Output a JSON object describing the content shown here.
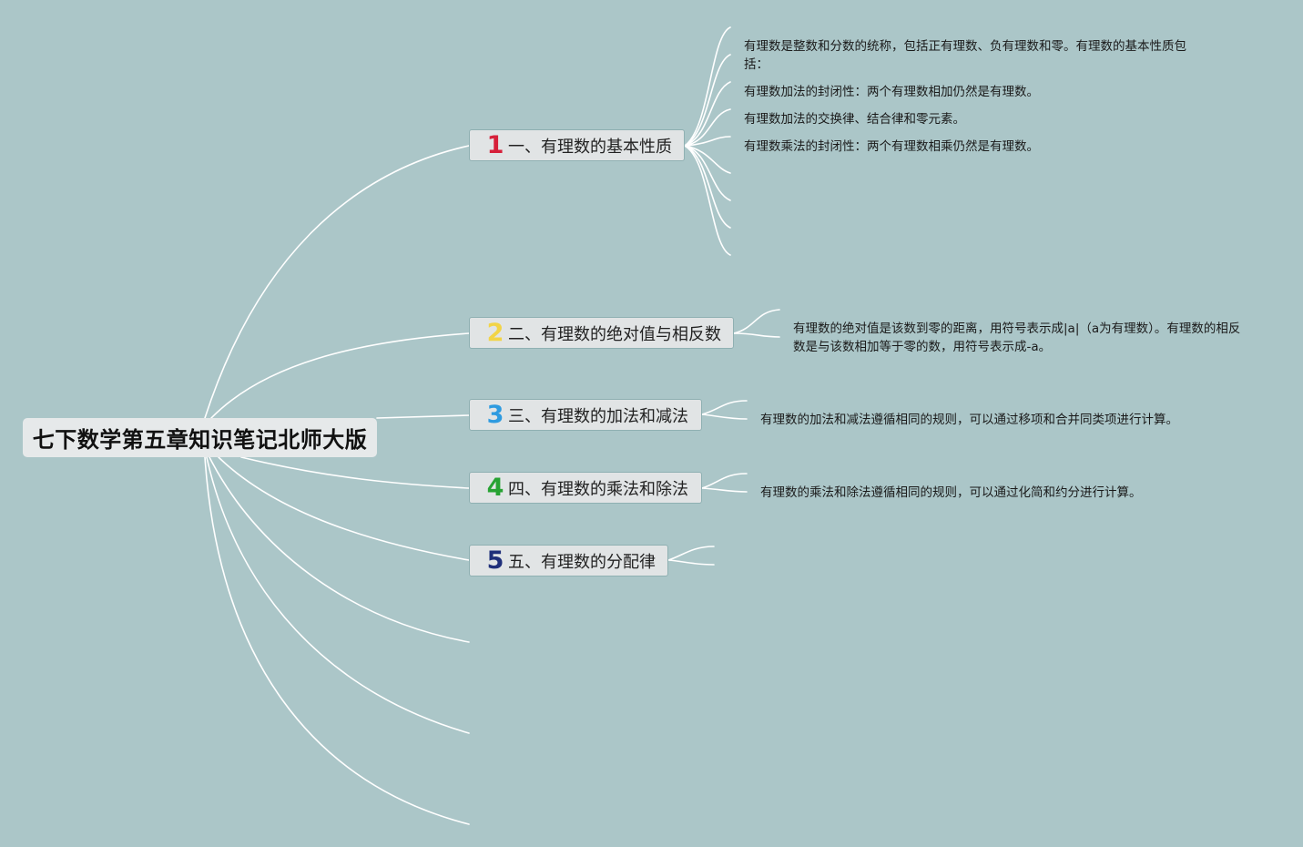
{
  "root": {
    "title": "七下数学第五章知识笔记北师大版"
  },
  "colors": {
    "background": "#abc6c8",
    "link": "#ffffff",
    "num1": "#d6203a",
    "num2": "#f2d447",
    "num3": "#2e9be0",
    "num4": "#27a333",
    "num5": "#1f2f7a"
  },
  "topics": [
    {
      "number": "1",
      "label": "一、有理数的基本性质",
      "notes": [
        "有理数是整数和分数的统称，包括正有理数、负有理数和零。有理数的基本性质包括：",
        "有理数加法的封闭性：两个有理数相加仍然是有理数。",
        "有理数加法的交换律、结合律和零元素。",
        "有理数乘法的封闭性：两个有理数相乘仍然是有理数。"
      ]
    },
    {
      "number": "2",
      "label": "二、有理数的绝对值与相反数",
      "notes": [
        "有理数的绝对值是该数到零的距离，用符号表示成|a|（a为有理数）。有理数的相反数是与该数相加等于零的数，用符号表示成-a。"
      ]
    },
    {
      "number": "3",
      "label": "三、有理数的加法和减法",
      "notes": [
        "有理数的加法和减法遵循相同的规则，可以通过移项和合并同类项进行计算。"
      ]
    },
    {
      "number": "4",
      "label": "四、有理数的乘法和除法",
      "notes": [
        "有理数的乘法和除法遵循相同的规则，可以通过化简和约分进行计算。"
      ]
    },
    {
      "number": "5",
      "label": "五、有理数的分配律",
      "notes": []
    }
  ]
}
